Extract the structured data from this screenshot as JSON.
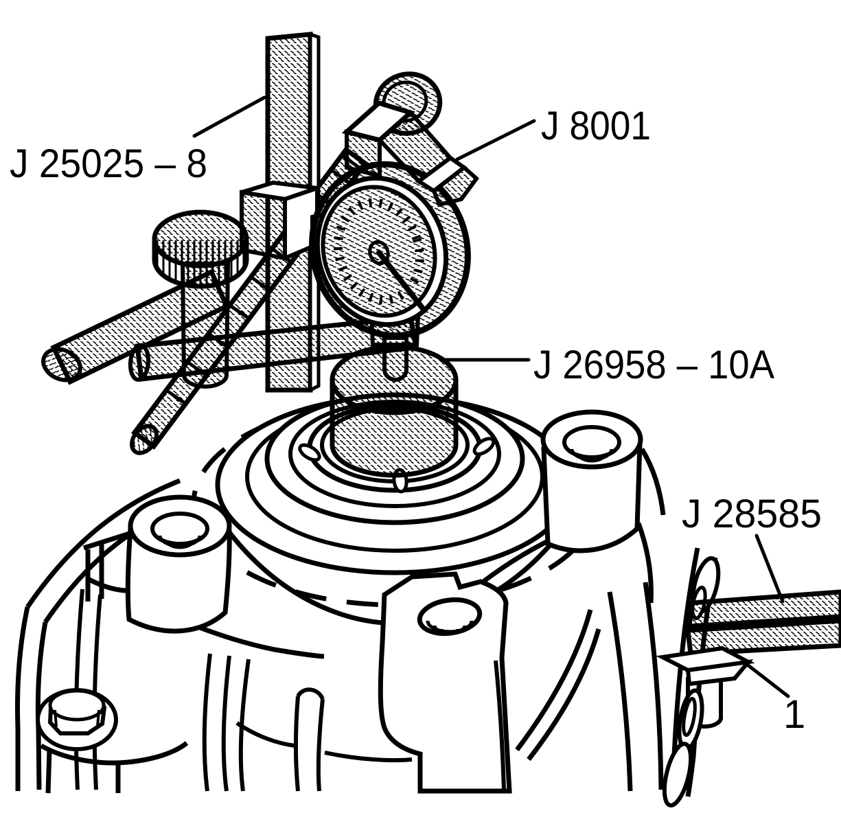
{
  "figure": {
    "description": "Service-manual line illustration: dial indicator on a post measuring a pilot adapter in a transaxle case bore; seal installer bar entering side bore",
    "background": "#ffffff",
    "ink": "#000000",
    "callouts": {
      "post": {
        "text": "J 25025 – 8"
      },
      "dial": {
        "text": "J 8001"
      },
      "adapter": {
        "text": "J 26958 – 10A"
      },
      "installer": {
        "text": "J 28585"
      },
      "item1": {
        "text": "1"
      }
    }
  }
}
